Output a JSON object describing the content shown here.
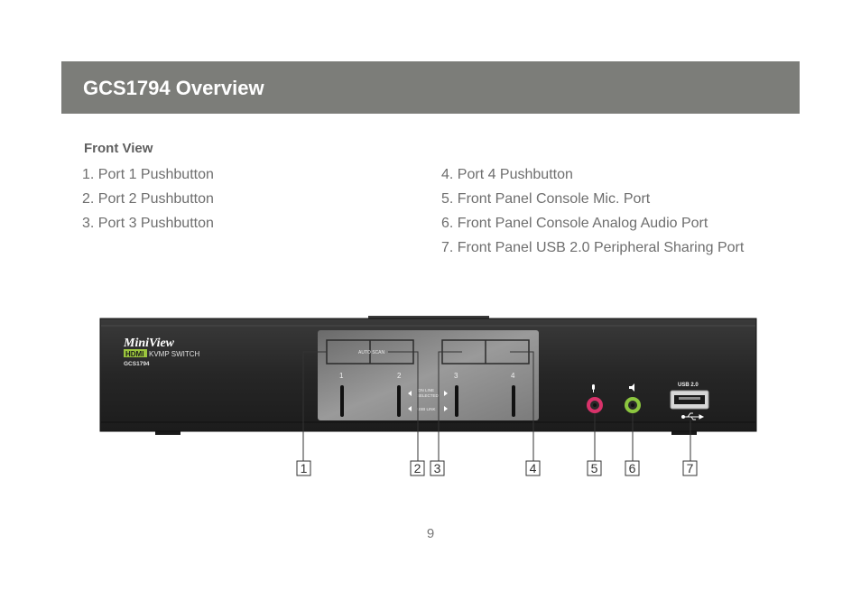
{
  "header": {
    "title": "GCS1794 Overview"
  },
  "section": {
    "heading": "Front View"
  },
  "items_left": [
    "1. Port 1 Pushbutton",
    "2. Port 2 Pushbutton",
    "3. Port 3 Pushbutton"
  ],
  "items_right": [
    "4. Port 4 Pushbutton",
    "5. Front Panel Console Mic. Port",
    "6. Front Panel Console Analog Audio Port",
    "7. Front Panel USB 2.0 Peripheral Sharing Port"
  ],
  "device": {
    "brand": "MiniView",
    "hdmi_badge": "HDMI",
    "product_type": "KVMP SWITCH",
    "model": "GCS1794",
    "auto_scan": "AUTO SCAN",
    "port_numbers": [
      "1",
      "2",
      "3",
      "4"
    ],
    "online_label": "ON LINE",
    "selected_label": "SELECTED",
    "usb_link_label": "USB LINK",
    "usb_port_label": "USB 2.0",
    "colors": {
      "body": "#2b2b2b",
      "panel": "#8e8e8e",
      "mic": "#d8326a",
      "audio": "#8cc63f"
    }
  },
  "callouts": [
    "1",
    "2",
    "3",
    "4",
    "5",
    "6",
    "7"
  ],
  "page_number": "9"
}
